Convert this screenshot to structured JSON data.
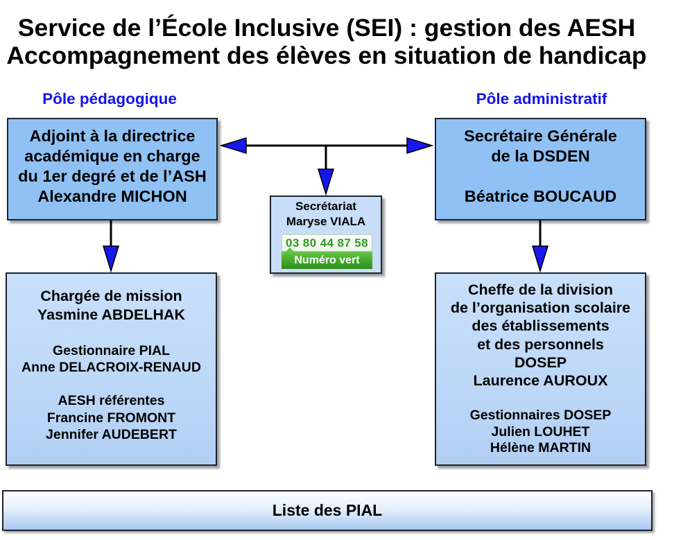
{
  "title": {
    "line1": "Service de l’École Inclusive (SEI) : gestion des AESH",
    "line2": "Accompagnement des élèves en situation de handicap"
  },
  "pole_pedagogique": {
    "label": "Pôle pédagogique",
    "direction": {
      "lines": [
        "Adjoint à la directrice",
        "académique en charge",
        "du 1er degré et de l’ASH"
      ],
      "name": "Alexandre MICHON"
    },
    "team": [
      {
        "role": "Chargée de mission",
        "names": [
          "Yasmine ABDELHAK"
        ]
      },
      {
        "role": "Gestionnaire PIAL",
        "names": [
          "Anne DELACROIX-RENAUD"
        ]
      },
      {
        "role": "AESH référentes",
        "names": [
          "Francine FROMONT",
          "Jennifer AUDEBERT"
        ]
      }
    ]
  },
  "secretariat": {
    "label": "Secrétariat",
    "name": "Maryse VIALA",
    "phone": "03 80 44 87 58",
    "phone_badge": "Numéro vert"
  },
  "pole_administratif": {
    "label": "Pôle administratif",
    "direction": {
      "lines": [
        "Secrétaire Générale",
        "de la DSDEN"
      ],
      "name": "Béatrice BOUCAUD"
    },
    "division": {
      "lines": [
        "Cheffe de la division",
        "de l’organisation scolaire",
        "des établissements",
        "et des personnels"
      ],
      "acronym": "DOSEP",
      "head": "Laurence AUROUX"
    },
    "gestionnaires": {
      "role": "Gestionnaires DOSEP",
      "names": [
        "Julien LOUHET",
        "Hélène MARTIN"
      ]
    }
  },
  "pial_list": {
    "label": "Liste des PIAL"
  },
  "colors": {
    "pole_label": "#1414e6",
    "top_box": "#8fc1f4",
    "lower_box": "#bed8f8",
    "secretariat_box": "#c8def8",
    "arrow": "#1717ee",
    "phone_text": "#2f9a22",
    "phone_badge": "#45aa2c"
  }
}
